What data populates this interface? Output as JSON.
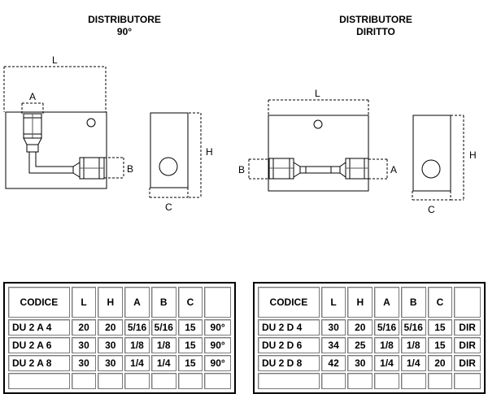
{
  "titles": {
    "left": [
      "DISTRIBUTORE",
      "90°"
    ],
    "right": [
      "DISTRIBUTORE",
      "DIRITTO"
    ]
  },
  "dimension_labels": {
    "L": "L",
    "A": "A",
    "B": "B",
    "H": "H",
    "C": "C"
  },
  "table_left": {
    "headers": [
      "CODICE",
      "L",
      "H",
      "A",
      "B",
      "C",
      ""
    ],
    "rows": [
      [
        "DU 2 A 4",
        "20",
        "20",
        "5/16",
        "5/16",
        "15",
        "90°"
      ],
      [
        "DU 2 A 6",
        "30",
        "30",
        "1/8",
        "1/8",
        "15",
        "90°"
      ],
      [
        "DU 2 A 8",
        "30",
        "30",
        "1/4",
        "1/4",
        "15",
        "90°"
      ],
      [
        "",
        "",
        "",
        "",
        "",
        "",
        ""
      ]
    ]
  },
  "table_right": {
    "headers": [
      "CODICE",
      "L",
      "H",
      "A",
      "B",
      "C",
      ""
    ],
    "rows": [
      [
        "DU 2 D 4",
        "30",
        "20",
        "5/16",
        "5/16",
        "15",
        "DIR"
      ],
      [
        "DU 2 D 6",
        "34",
        "25",
        "1/8",
        "1/8",
        "15",
        "DIR"
      ],
      [
        "DU 2 D 8",
        "42",
        "30",
        "1/4",
        "1/4",
        "20",
        "DIR"
      ],
      [
        "",
        "",
        "",
        "",
        "",
        "",
        ""
      ]
    ]
  }
}
